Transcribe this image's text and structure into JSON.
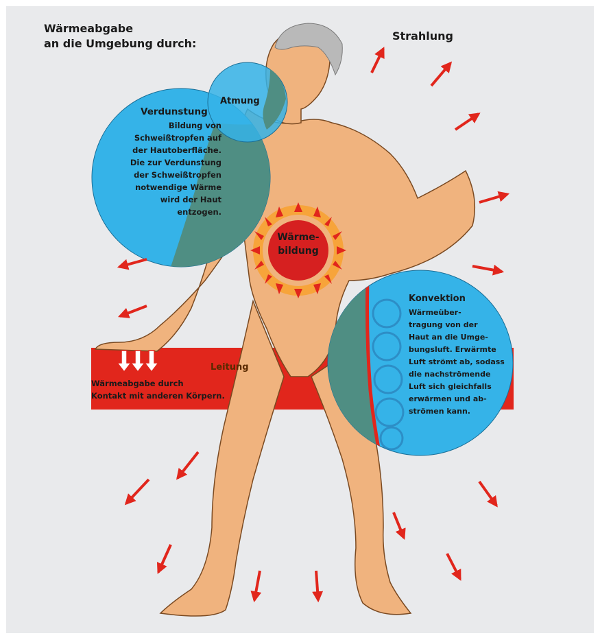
{
  "title": {
    "line1": "Wärmeabgabe",
    "line2": "an die Umgebung durch:"
  },
  "labels": {
    "strahlung": "Strahlung",
    "atmung": "Atmung",
    "verdunstung_title": "Verdunstung",
    "verdunstung_lines": [
      "Bildung von",
      "Schweißtropfen auf",
      "der Hautoberfläche.",
      "Die zur Verdunstung",
      "der Schweißtropfen",
      "notwendige Wärme",
      "wird der Haut",
      "entzogen."
    ],
    "waermebildung_1": "Wärme-",
    "waermebildung_2": "bildung",
    "leitung_title": "Leitung",
    "leitung_lines": [
      "Wärmeabgabe durch",
      "Kontakt mit anderen Körpern."
    ],
    "konvektion_title": "Konvektion",
    "konvektion_lines": [
      "Wärmeüber-",
      "tragung von der",
      "Haut an die Umge-",
      "bungsluft. Erwärmte",
      "Luft strömt ab, sodass",
      "die nachströmende",
      "Luft sich gleichfalls",
      "erwärmen und ab-",
      "strömen kann."
    ]
  },
  "colors": {
    "background": "#e9eaec",
    "skin": "#f0b37e",
    "circle_blue": "#35b3e8",
    "overlap_green": "#4f8e83",
    "radiation_red": "#e1261c",
    "sun_red": "#e1261c",
    "sun_core": "#d62020",
    "hair": "#b9b9b9"
  }
}
